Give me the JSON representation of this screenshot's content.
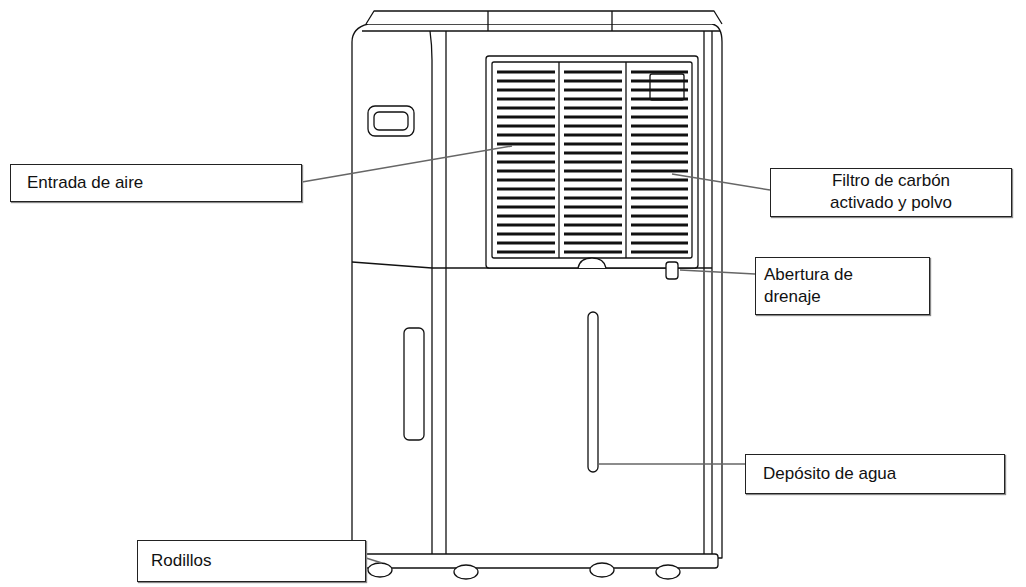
{
  "diagram": {
    "nodes": [
      {
        "text": [
          "Entrada de aire"
        ]
      },
      {
        "text": [
          "Filtro de carbón activado y polvo"
        ]
      },
      {
        "text": [
          "Abertura de drenaje"
        ]
      },
      {
        "text": [
          "Depósito de agua"
        ]
      },
      {
        "text": [
          "Rodillos"
        ]
      }
    ]
  }
}
